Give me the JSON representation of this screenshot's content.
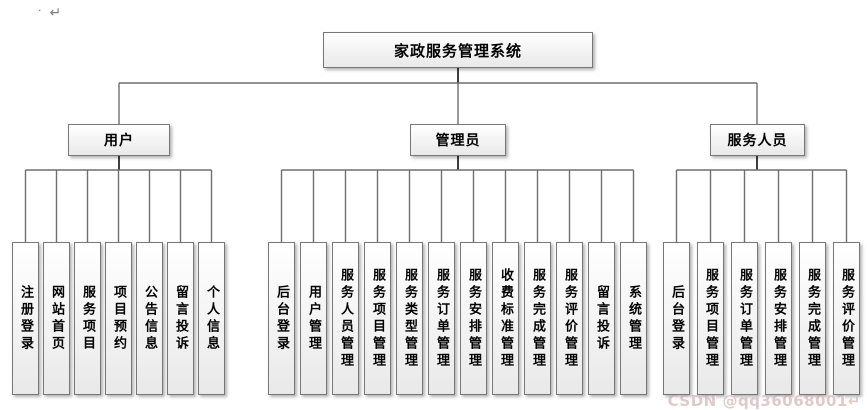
{
  "page": {
    "formatting_marks": {
      "bullet": "·",
      "return_mark": "↵"
    },
    "watermark": "CSDN @qq36068001↵"
  },
  "colors": {
    "background": "#ffffff",
    "box_border": "#777777",
    "box_fill_top": "#ffffff",
    "box_fill_bottom": "#e9e9e9",
    "connector_line": "#6e6e6e",
    "text": "#000000",
    "watermark_text": "#c49e9e"
  },
  "tree": {
    "root": {
      "label": "家政服务管理系统"
    },
    "branches": [
      {
        "label": "用户",
        "leaves": [
          "注册登录",
          "网站首页",
          "服务项目",
          "项目预约",
          "公告信息",
          "留言投诉",
          "个人信息"
        ]
      },
      {
        "label": "管理员",
        "leaves": [
          "后台登录",
          "用户管理",
          "服务人员管理",
          "服务项目管理",
          "服务类型管理",
          "服务订单管理",
          "服务安排管理",
          "收费标准管理",
          "服务完成管理",
          "服务评价管理",
          "留言投诉",
          "系统管理"
        ]
      },
      {
        "label": "服务人员",
        "leaves": [
          "后台登录",
          "服务项目管理",
          "服务订单管理",
          "服务安排管理",
          "服务完成管理",
          "服务评价管理"
        ]
      }
    ]
  }
}
